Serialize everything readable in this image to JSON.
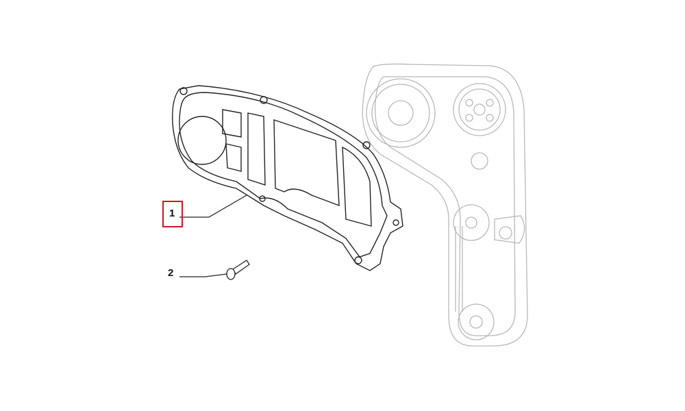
{
  "callouts": [
    {
      "number": "1",
      "part": "timing-belt-cover",
      "highlighted": true
    },
    {
      "number": "2",
      "part": "bolt",
      "highlighted": false
    }
  ],
  "colors": {
    "highlight": "#d0161e",
    "primary_lines": "#222222",
    "ghost_lines": "#b8b8b8"
  }
}
